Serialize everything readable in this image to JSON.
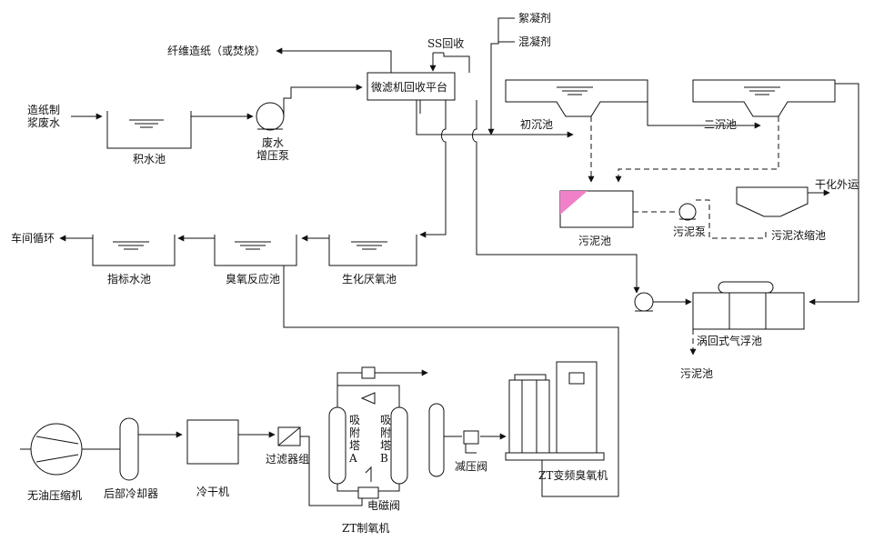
{
  "labels": {
    "paper_wastewater": "造纸制\n浆废水",
    "collection_tank": "积水池",
    "booster_pump": "废水\n增压泵",
    "fiber_paper": "纤维造纸（或焚烧）",
    "ss_recovery": "SS回收",
    "flocculant": "絮凝剂",
    "coagulant": "混凝剂",
    "microfilter_platform": "微滤机回收平台",
    "primary_settling": "初沉池",
    "secondary_settling": "二沉池",
    "dry_transport": "干化外运",
    "sludge_tank": "污泥池",
    "sludge_pump": "污泥泵",
    "sludge_thickener": "污泥浓缩池",
    "workshop_recycle": "车间循环",
    "indicator_tank": "指标水池",
    "ozone_reactor": "臭氧反应池",
    "anaerobic_tank": "生化厌氧池",
    "vortex_flotation": "涡回式气浮池",
    "sludge_tank_2": "污泥池",
    "oil_free_compressor": "无油压缩机",
    "aftercooler": "后部冷却器",
    "dryer": "冷干机",
    "filter_group": "过滤器组",
    "adsorber_a": "吸\n附\n塔\nA",
    "adsorber_b": "吸\n附\n塔\nB",
    "solenoid_valve": "电磁阀",
    "oxygen_generator": "ZT制氧机",
    "pressure_reducer": "减压阀",
    "ozone_generator": "ZT变频臭氧机"
  },
  "colors": {
    "line": "#111111",
    "sludge_marker": "#f080c8"
  }
}
